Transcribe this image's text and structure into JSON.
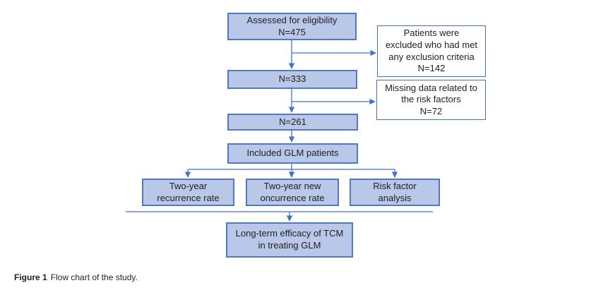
{
  "figure": {
    "caption_label": "Figure 1",
    "caption_text": "Flow chart of the study."
  },
  "colors": {
    "box_fill": "#b9c7e8",
    "box_border": "#5478c0",
    "outline_box_border": "#4472c4",
    "connector": "#4472c4",
    "divider": "#8fa6d4",
    "text": "#1f1f1f"
  },
  "nodes": {
    "assessed": "Assessed for eligibility\nN=475",
    "excluded": "Patients were\nexcluded who had met\nany exclusion criteria\nN=142",
    "n333": "N=333",
    "missing": "Missing data related to\nthe risk factors\nN=72",
    "n261": "N=261",
    "included": "Included GLM patients",
    "recurrence": "Two-year\nrecurrence rate",
    "new_oncurrence": "Two-year new\noncurrence rate",
    "risk": "Risk factor\nanalysis",
    "longterm": "Long-term efficacy of TCM\nin treating GLM"
  }
}
